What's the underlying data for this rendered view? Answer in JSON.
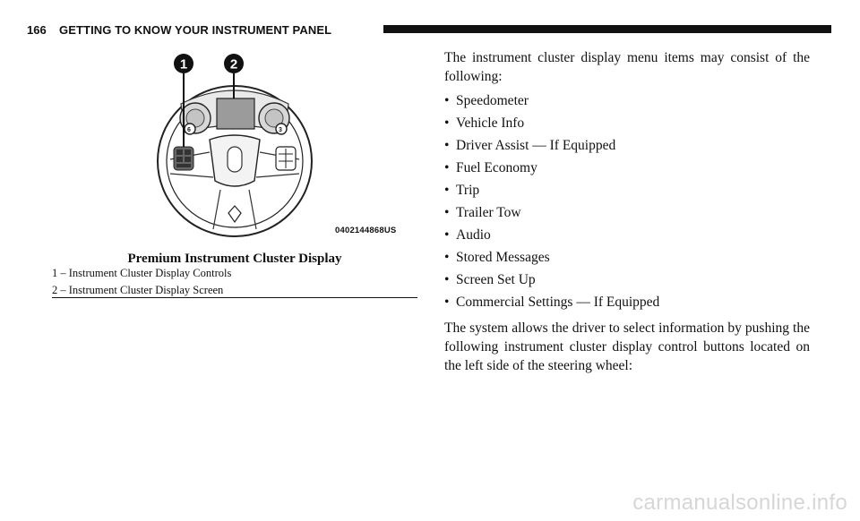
{
  "header": {
    "page_number": "166",
    "section_title": "GETTING TO KNOW YOUR INSTRUMENT PANEL"
  },
  "figure": {
    "callouts": [
      "1",
      "2"
    ],
    "image_id": "0402144868US",
    "caption_title": "Premium Instrument Cluster Display",
    "legend": [
      "1 – Instrument Cluster Display Controls",
      "2 – Instrument Cluster Display Screen"
    ]
  },
  "body": {
    "intro": "The instrument cluster display menu items may consist of the following:",
    "bullet_symbol": "•",
    "menu_items": [
      "Speedometer",
      "Vehicle Info",
      "Driver Assist — If Equipped",
      "Fuel Economy",
      "Trip",
      "Trailer Tow",
      "Audio",
      "Stored Messages",
      "Screen Set Up",
      "Commercial Settings — If Equipped"
    ],
    "closing": "The system allows the driver to select information by pushing the following instrument cluster display control buttons located on the left side of the steering wheel:"
  },
  "watermark": "carmanualsonline.info"
}
